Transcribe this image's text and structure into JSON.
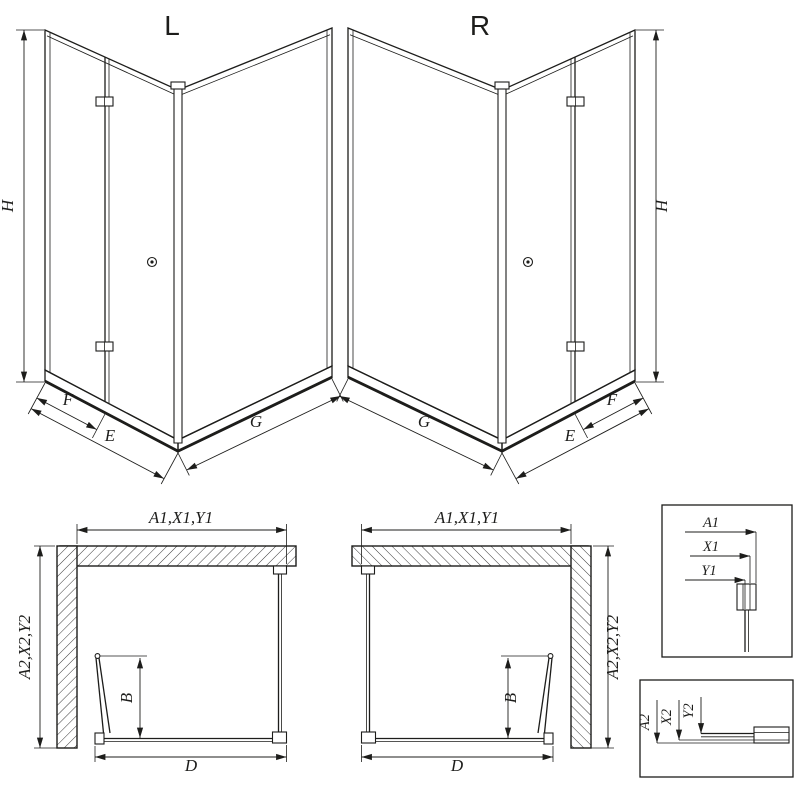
{
  "drawing": {
    "views3d": {
      "left": {
        "label": "L",
        "height": "H",
        "fixed_width": "F",
        "entry_width": "E",
        "side_width": "G"
      },
      "right": {
        "label": "R",
        "height": "H",
        "fixed_width": "F",
        "entry_width": "E",
        "side_width": "G"
      }
    },
    "plans": {
      "left": {
        "top_width": "A1,X1,Y1",
        "side_depth": "A2,X2,Y2",
        "door_fold_depth": "B",
        "bottom_width": "D"
      },
      "right": {
        "top_width": "A1,X1,Y1",
        "side_depth": "A2,X2,Y2",
        "door_fold_depth": "B",
        "bottom_width": "D"
      }
    },
    "details": {
      "horizontal": {
        "a": "A1",
        "x": "X1",
        "y": "Y1"
      },
      "vertical": {
        "a": "A2",
        "x": "X2",
        "y": "Y2"
      }
    },
    "colors": {
      "line": "#1d1d1b",
      "background": "#ffffff",
      "hatch": "#3a3a3a"
    }
  }
}
